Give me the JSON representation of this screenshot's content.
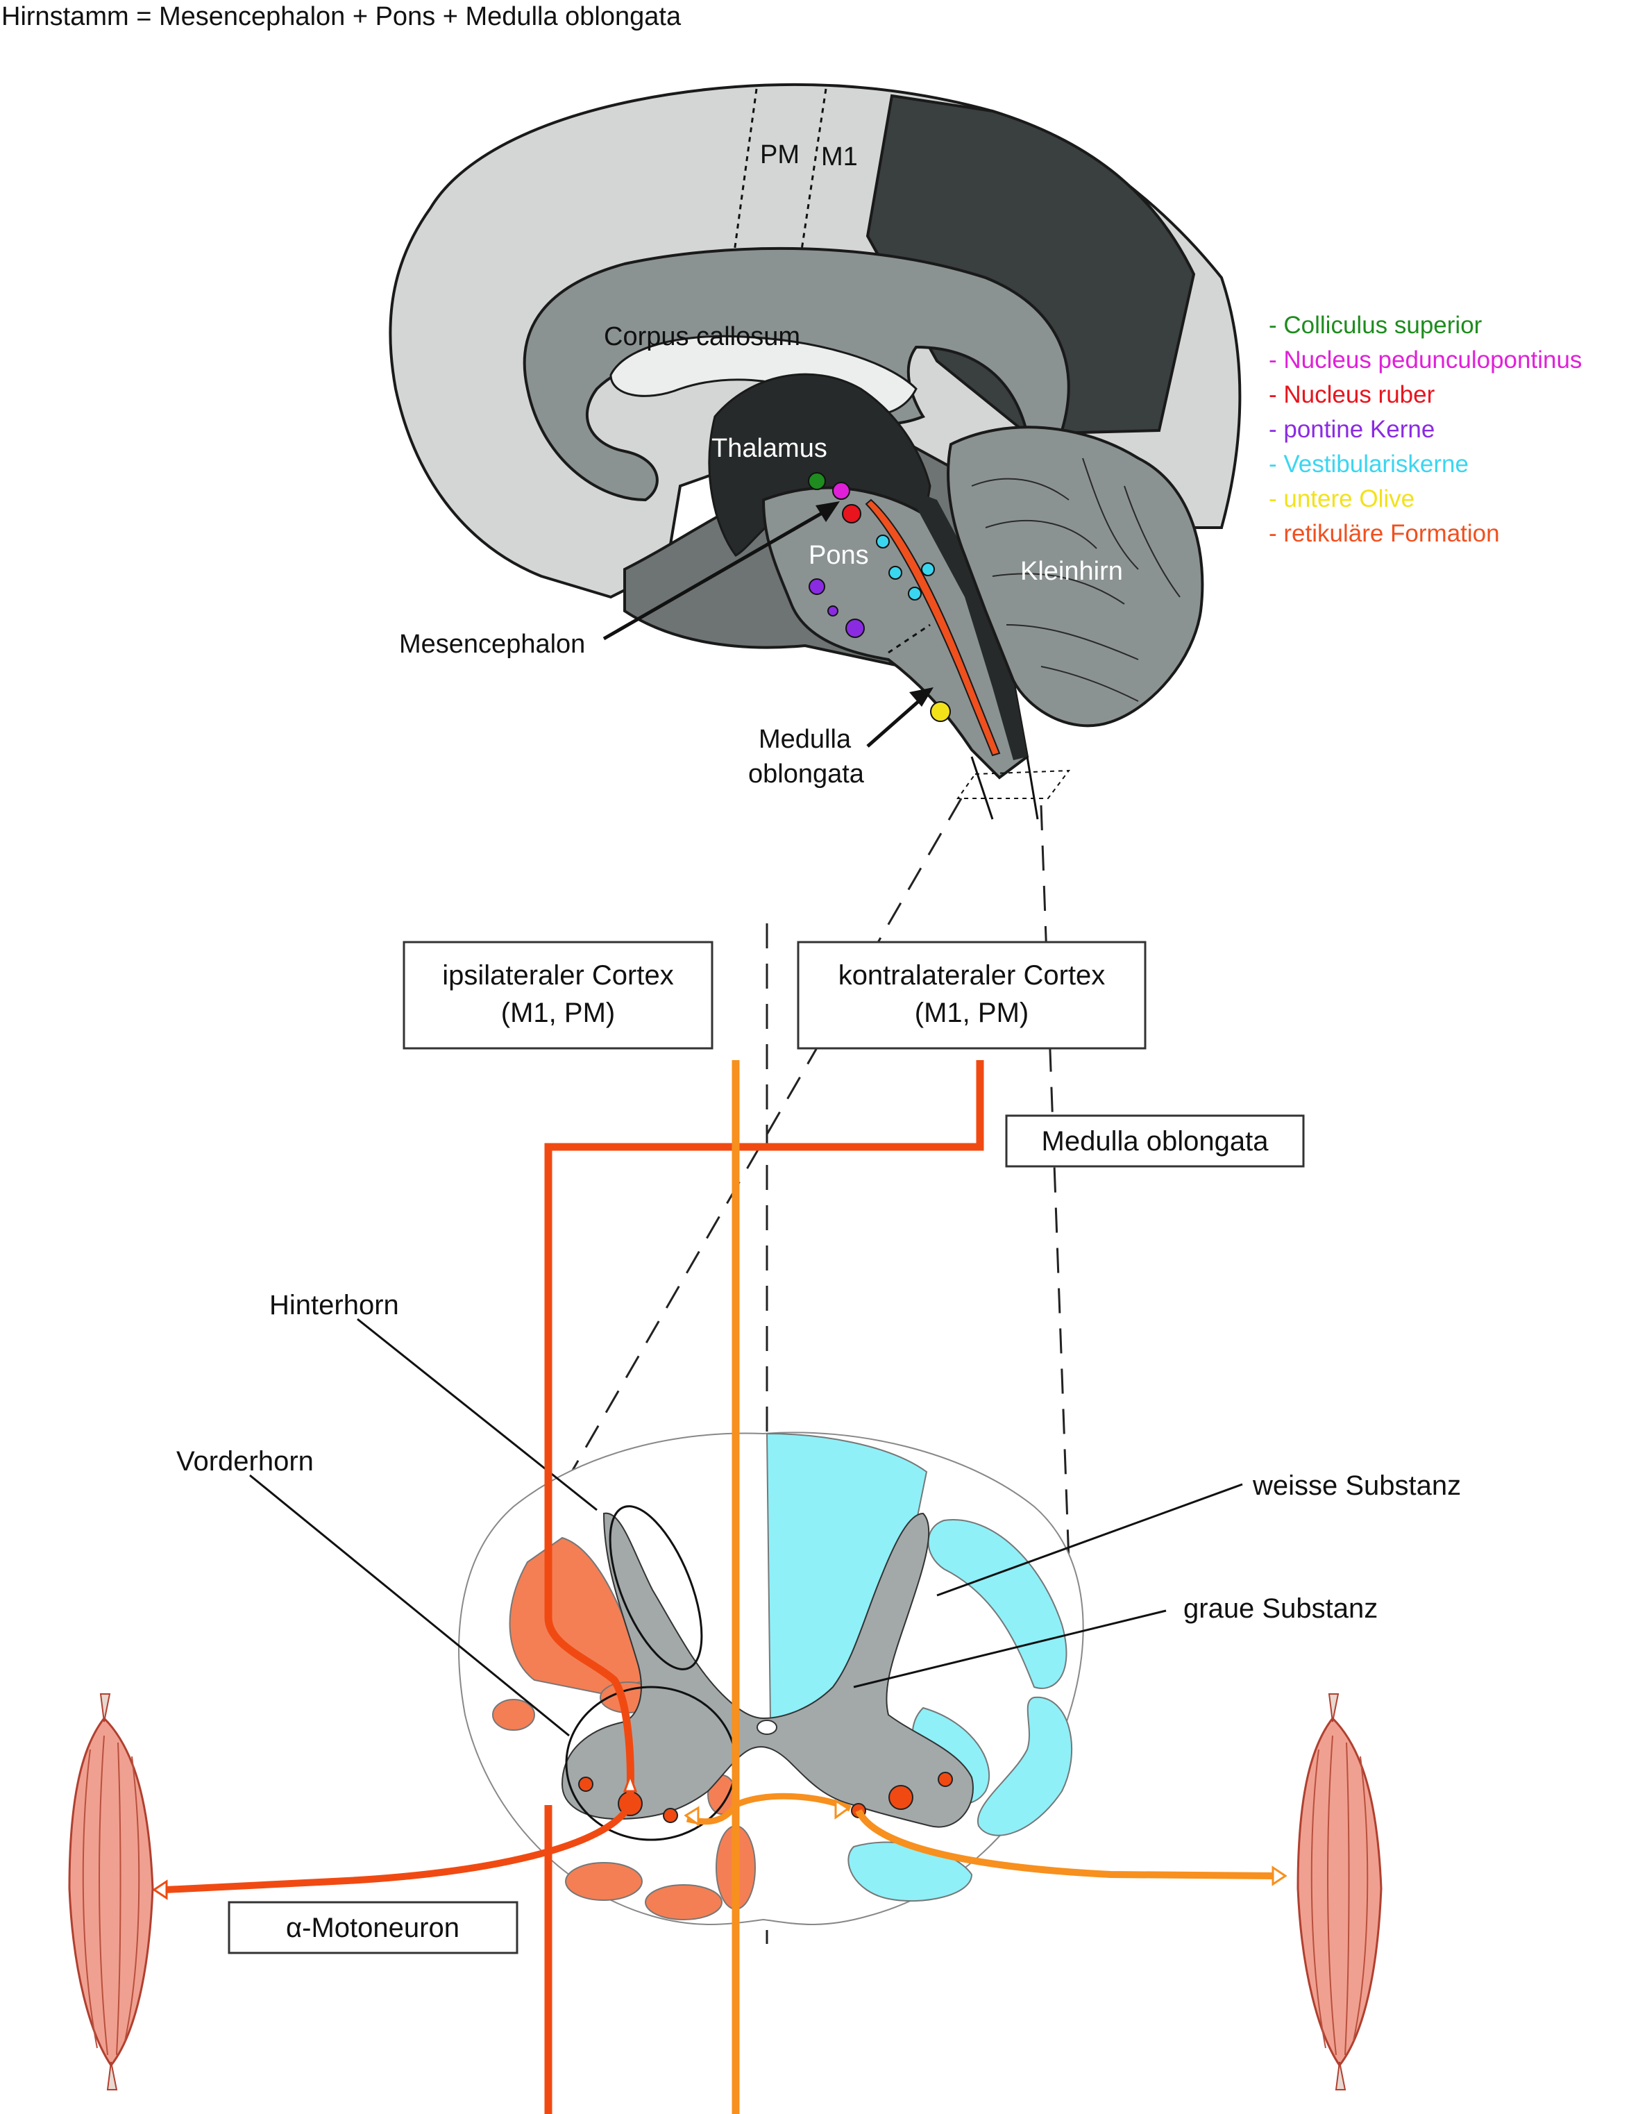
{
  "title": "Hirnstamm = Mesencephalon + Pons + Medulla oblongata",
  "brain_labels": {
    "pm": "PM",
    "m1": "M1",
    "corpus_callosum": "Corpus callosum",
    "thalamus": "Thalamus",
    "pons": "Pons",
    "kleinhirn": "Kleinhirn",
    "mesencephalon": "Mesencephalon",
    "medulla_line1": "Medulla",
    "medulla_line2": "oblongata"
  },
  "legend": [
    {
      "text": "- Colliculus superior",
      "color": "#1e8c1e"
    },
    {
      "text": "- Nucleus pedunculopontinus",
      "color": "#e020d8"
    },
    {
      "text": "- Nucleus ruber",
      "color": "#e8141e"
    },
    {
      "text": "- pontine Kerne",
      "color": "#8a2be2"
    },
    {
      "text": "- Vestibulariskerne",
      "color": "#3ad6f0"
    },
    {
      "text": "- untere Olive",
      "color": "#f2e21a"
    },
    {
      "text": "- retikuläre Formation",
      "color": "#f0501e"
    }
  ],
  "boxes": {
    "ipsi_line1": "ipsilateraler Cortex",
    "ipsi_line2": "(M1, PM)",
    "kontra_line1": "kontralateraler Cortex",
    "kontra_line2": "(M1, PM)",
    "medulla": "Medulla oblongata",
    "motoneuron": "α-Motoneuron"
  },
  "cord_labels": {
    "hinterhorn": "Hinterhorn",
    "vorderhorn": "Vorderhorn",
    "weisse": "weisse Substanz",
    "graue": "graue Substanz"
  },
  "colors": {
    "cortex_light": "#d4d6d6",
    "cortex_dark": "#3a3f40",
    "mid_gray": "#8b9292",
    "thalamus": "#262a2a",
    "path_red": "#f04a12",
    "path_orange": "#f7901e",
    "tract_orange": "#f47f55",
    "tract_cyan": "#8ff0f8",
    "gray_matter": "#a3a9a9",
    "muscle": "#f0a090"
  }
}
